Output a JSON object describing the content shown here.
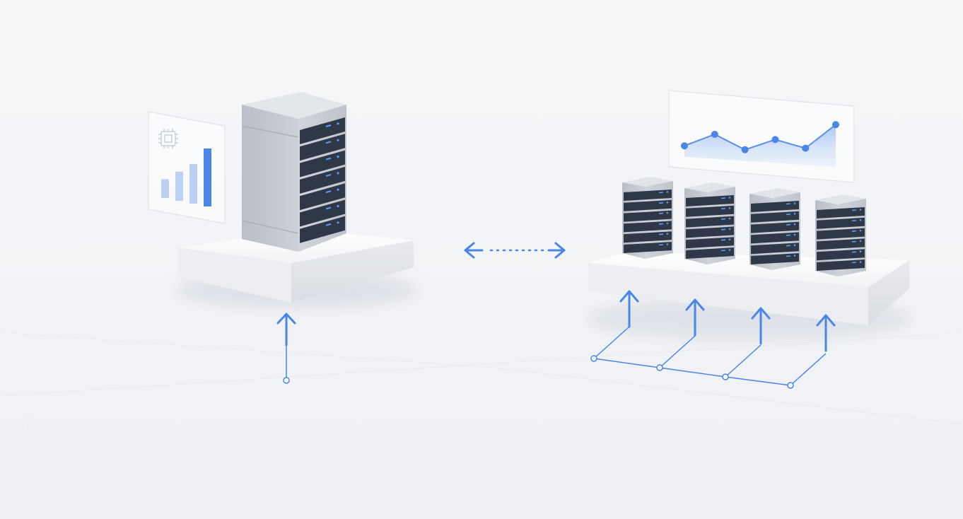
{
  "diagram": {
    "left": {
      "node": "single-large-server",
      "drive_bays": 7,
      "panel": {
        "icon": "cpu-chip-icon",
        "chart_type": "bar",
        "bar_levels": [
          0.25,
          0.45,
          0.65,
          1.0
        ]
      },
      "input_arrows": 1
    },
    "connector": "bidirectional-dotted-arrow",
    "right": {
      "nodes": [
        "server-1",
        "server-2",
        "server-3",
        "server-4"
      ],
      "drive_bays_each": 6,
      "panel": {
        "chart_type": "line-area",
        "levels": [
          0.1,
          0.55,
          0.0,
          0.4,
          0.1,
          1.0
        ]
      },
      "input_arrows": 4
    }
  },
  "colors": {
    "accent": "#4a86e8",
    "background": "#f3f4f7",
    "server_body": "#c5cad2",
    "drive_bay": "#2f3846",
    "led": "#5b9bf5",
    "platform": "#ffffff"
  }
}
